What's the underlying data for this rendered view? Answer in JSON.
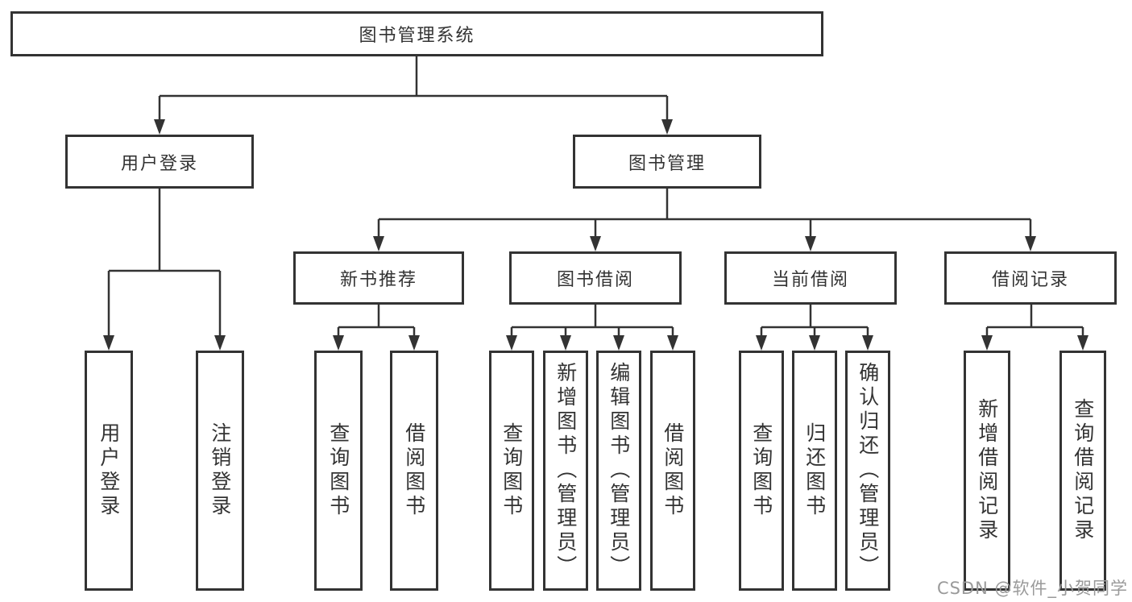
{
  "diagram": {
    "type": "hierarchy-diagram",
    "colors": {
      "line": "#333333",
      "box_border": "#333333",
      "text": "#333333",
      "box_background": "#ffffff",
      "page_background": "#ffffff",
      "watermark": "#9a9a9a"
    },
    "root": {
      "label": "图书管理系统"
    },
    "branches": [
      {
        "label": "用户登录",
        "children": [
          {
            "label": "用户登录"
          },
          {
            "label": "注销登录"
          }
        ]
      },
      {
        "label": "图书管理",
        "children": [
          {
            "label": "新书推荐",
            "children": [
              {
                "label": "查询图书"
              },
              {
                "label": "借阅图书"
              }
            ]
          },
          {
            "label": "图书借阅",
            "children": [
              {
                "label": "查询图书"
              },
              {
                "label": "新增图书（管理员）"
              },
              {
                "label": "编辑图书（管理员）"
              },
              {
                "label": "借阅图书"
              }
            ]
          },
          {
            "label": "当前借阅",
            "children": [
              {
                "label": "查询图书"
              },
              {
                "label": "归还图书"
              },
              {
                "label": "确认归还（管理员）"
              }
            ]
          },
          {
            "label": "借阅记录",
            "children": [
              {
                "label": "新增借阅记录"
              },
              {
                "label": "查询借阅记录"
              }
            ]
          }
        ]
      }
    ],
    "watermark": "CSDN @软件_小贺同学"
  }
}
